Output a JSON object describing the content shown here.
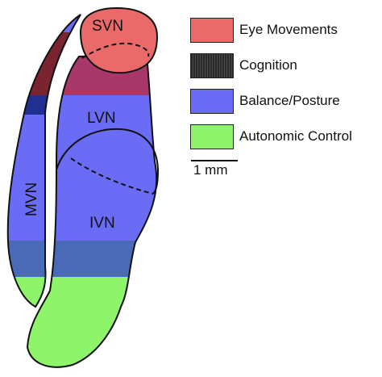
{
  "regions": {
    "svn": "SVN",
    "lvn": "LVN",
    "mvn": "MVN",
    "ivn": "IVN"
  },
  "legend": [
    {
      "label": "Eye Movements",
      "color": "#ea6a6a"
    },
    {
      "label": "Cognition",
      "color": "#2a2a2a"
    },
    {
      "label": "Balance/Posture",
      "color": "#6a6cf5"
    },
    {
      "label": "Autonomic Control",
      "color": "#8ef46a"
    }
  ],
  "scale_bar": {
    "label": "1 mm"
  },
  "colors": {
    "eye_movements": "#ea6a6a",
    "cognition_overlap": "#7a2430",
    "cognition_dark": "#2a2a2a",
    "eye_balance_overlap": "#a8386a",
    "balance": "#6a6cf5",
    "balance_dark_band": "#4a6ab8",
    "cognition_balance_overlap": "#203090",
    "autonomic": "#8ef46a",
    "outline": "#111111"
  }
}
